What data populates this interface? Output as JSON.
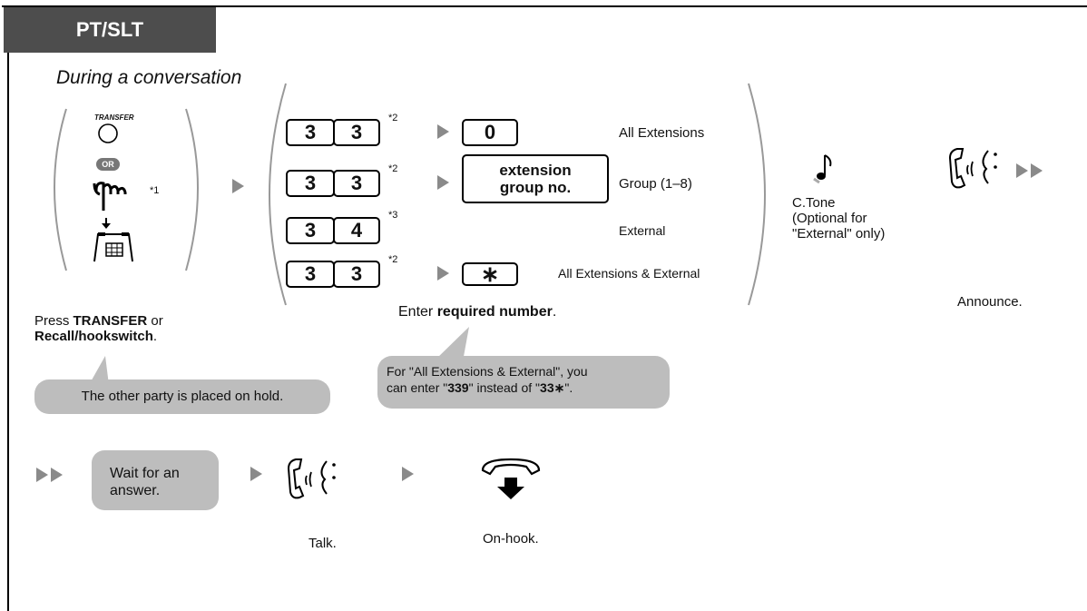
{
  "header": {
    "tab_label": "PT/SLT",
    "subtitle": "During a conversation"
  },
  "step1": {
    "transfer_label": "TRANSFER",
    "or_label": "OR",
    "note_marker": "*1",
    "caption_prefix": "Press ",
    "caption_bold1": "TRANSFER",
    "caption_mid": " or",
    "caption_bold2": "Recall/hookswitch",
    "caption_suffix": ".",
    "bubble_text": "The other party is placed on hold."
  },
  "step2": {
    "rows": [
      {
        "key1": "3",
        "key2": "3",
        "note": "*2",
        "target": "0",
        "label": "All Extensions"
      },
      {
        "key1": "3",
        "key2": "3",
        "note": "*2",
        "target_line1": "extension",
        "target_line2": "group no.",
        "label": "Group (1–8)"
      },
      {
        "key1": "3",
        "key2": "4",
        "note": "*3",
        "label": "External"
      },
      {
        "key1": "3",
        "key2": "3",
        "note": "*2",
        "target": "∗",
        "label": "All Extensions & External"
      }
    ],
    "caption_prefix": "Enter ",
    "caption_bold": "required number",
    "caption_suffix": ".",
    "bubble_line1": "For \"All Extensions & External\", you",
    "bubble_l2_a": "can enter \"",
    "bubble_l2_b": "339",
    "bubble_l2_c": "\" instead of \"",
    "bubble_l2_d": "33∗",
    "bubble_l2_e": "\"."
  },
  "step3": {
    "tone_line1": "C.Tone",
    "tone_line2": "(Optional for",
    "tone_line3": "\"External\" only)"
  },
  "step4": {
    "caption": "Announce."
  },
  "bottom": {
    "wait_line1": "Wait for an",
    "wait_line2": "answer.",
    "talk_caption": "Talk.",
    "onhook_caption": "On-hook."
  },
  "icons": [
    "transfer-button-icon",
    "hand-press-icon",
    "hookswitch-icon",
    "music-note-icon",
    "handset-talk-icon",
    "onhook-handset-icon",
    "play-arrow-icon",
    "double-arrow-icon"
  ],
  "colors": {
    "tab_bg": "#4d4d4d",
    "bubble_bg": "#bdbdbd",
    "arrow": "#8a8a8a"
  }
}
